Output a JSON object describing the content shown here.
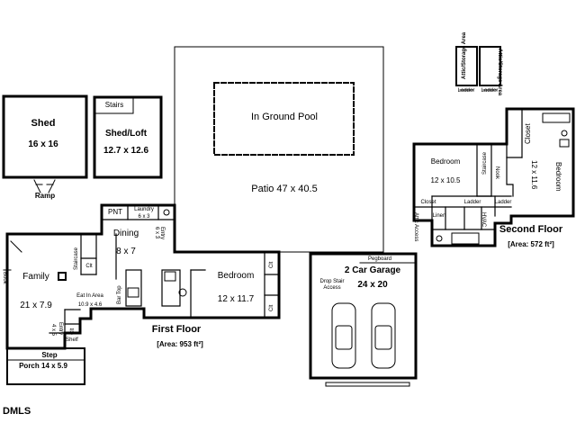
{
  "plan": {
    "watermark": "DMLS",
    "shed": {
      "name": "Shed",
      "dims": "16 x 16",
      "ramp": "Ramp"
    },
    "shed_loft": {
      "name": "Shed/Loft",
      "dims": "12.7 x 12.6",
      "stairs": "Stairs"
    },
    "pool": {
      "name": "In Ground Pool"
    },
    "patio": {
      "name": "Patio 47 x 40.5"
    },
    "attic_box": {
      "left": "Attic/Storage Area",
      "right": "Attic/Storage Area",
      "ladder_left": "Ladder",
      "ladder_right": "Ladder"
    },
    "first_floor": {
      "title": "First Floor",
      "area": "[Area: 953 ft²]",
      "rooms": {
        "pnt": "PNT",
        "laundry": "Laundry",
        "laundry_dims": "6 x 3",
        "entry_side": "Entry",
        "entry_side_dims": "6 x 3",
        "dining": "Dining",
        "dining_dims": "8 x 7",
        "family": "Family",
        "family_dims": "21 x 7.9",
        "book": "Book",
        "staircase": "Staircase",
        "clt_stair": "Clt",
        "eat_in": "Eat In Area",
        "eat_in_dims": "10.9 x 4.6",
        "bar_top": "Bar Top",
        "bedroom": "Bedroom",
        "bedroom_dims": "12 x 11.7",
        "clt_bed_top": "Clt",
        "clt_bed_bottom": "Clt",
        "entry_front": "Entry",
        "entry_front_dims": "4 x 5",
        "clt_entry": "Clt",
        "shelf": "Shelf",
        "step": "Step",
        "porch": "Porch 14 x 5.9"
      }
    },
    "garage": {
      "name": "2 Car Garage",
      "dims": "24 x 20",
      "pegboard": "Pegboard",
      "drop_stair": "Drop Stair",
      "access": "Access"
    },
    "second_floor": {
      "title": "Second Floor",
      "area": "[Area: 572 ft²]",
      "rooms": {
        "bedroom_left": "Bedroom",
        "bedroom_left_dims": "12 x 10.5",
        "staircase": "Staircase",
        "nook": "Nook",
        "closet_right": "Closet",
        "bedroom_right": "Bedroom",
        "bedroom_right_dims": "12 x 11.6",
        "closet_left": "Closet",
        "attic_access": "Attic Access",
        "linen": "Linen",
        "ladder_a": "Ladder",
        "hvac": "HVAC",
        "ladder_b": "Ladder"
      }
    }
  }
}
